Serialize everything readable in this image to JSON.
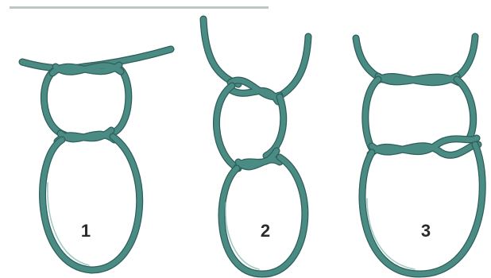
{
  "figure": {
    "steps": [
      {
        "number": "1"
      },
      {
        "number": "2"
      },
      {
        "number": "3"
      }
    ],
    "colors": {
      "rope": "#4a8b84",
      "rope_outline": "#2e5f5a",
      "rope_highlight": "#7fb5ae",
      "number_text": "#2b2b2b",
      "background": "#ffffff"
    }
  }
}
